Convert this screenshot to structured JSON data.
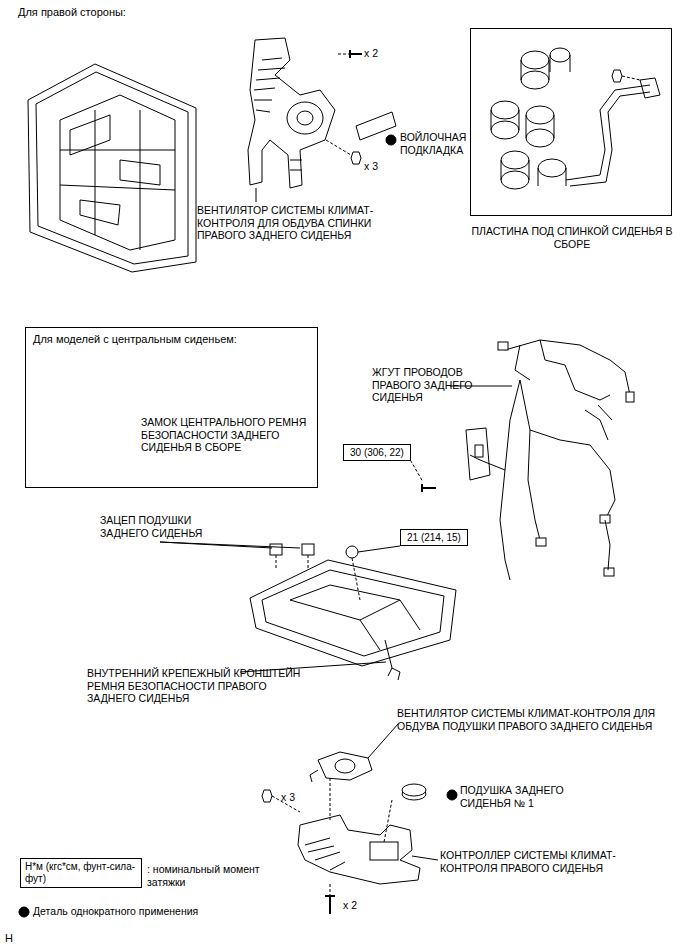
{
  "diagram": {
    "nodes": [
      {
        "text": [
          "Для моделей с центральным сиденьем:",
          "ЗАМОК ЦЕНТРАЛЬНОГО РЕМНЯ БЕЗОПАСНОСТИ ЗАДНЕГО СИДЕНЬЯ В СБОРЕ"
        ]
      },
      {
        "text": [
          "ПЛАСТИНА ПОД СПИНКОЙ СИДЕНЬЯ В СБОРЕ"
        ]
      },
      {
        "text": [
          "30 (306, 22)"
        ]
      },
      {
        "text": [
          "21 (214, 15)"
        ]
      },
      {
        "text": [
          "Н*м (кгс*см, фунт-сила-фут)"
        ]
      }
    ],
    "labels": [
      "Для правой стороны:",
      "x 2",
      "x 3",
      "ВОЙЛОЧНАЯ ПОДКЛАДКА",
      "ВЕНТИЛЯТОР СИСТЕМЫ КЛИМАТ-КОНТРОЛЯ ДЛЯ ОБДУВА СПИНКИ ПРАВОГО ЗАДНЕГО СИДЕНЬЯ",
      "ЖГУТ ПРОВОДОВ ПРАВОГО ЗАДНЕГО СИДЕНЬЯ",
      "ЗАЦЕП ПОДУШКИ ЗАДНЕГО СИДЕНЬЯ",
      "ВНУТРЕННИЙ КРЕПЕЖНЫЙ КРОНШТЕЙН РЕМНЯ БЕЗОПАСНОСТИ ПРАВОГО ЗАДНЕГО СИДЕНЬЯ",
      "ВЕНТИЛЯТОР СИСТЕМЫ КЛИМАТ-КОНТРОЛЯ ДЛЯ ОБДУВА ПОДУШКИ ПРАВОГО ЗАДНЕГО СИДЕНЬЯ",
      "x 3",
      "ПОДУШКА ЗАДНЕГО СИДЕНЬЯ № 1",
      "КОНТРОЛЛЕР СИСТЕМЫ КЛИМАТ-КОНТРОЛЯ ПРАВОГО СИДЕНЬЯ",
      "x 2",
      "H"
    ],
    "legend": [
      {
        "text": ": номинальный момент затяжки"
      },
      {
        "text": "Деталь однократного применения"
      }
    ]
  }
}
